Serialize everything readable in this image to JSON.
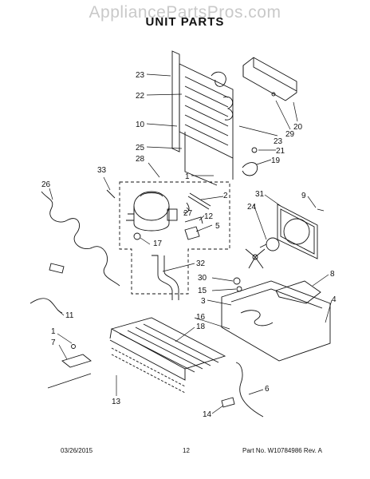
{
  "header": {
    "watermark": "AppliancePartsPros.com",
    "title": "UNIT  PARTS"
  },
  "callouts": {
    "c1a": "1",
    "c1b": "1",
    "c2": "2",
    "c3": "3",
    "c4": "4",
    "c5": "5",
    "c6": "6",
    "c7": "7",
    "c8": "8",
    "c9": "9",
    "c10": "10",
    "c11": "11",
    "c12": "12",
    "c13": "13",
    "c14": "14",
    "c15": "15",
    "c16": "16",
    "c17": "17",
    "c18": "18",
    "c19": "19",
    "c20": "20",
    "c21": "21",
    "c22": "22",
    "c23a": "23",
    "c23b": "23",
    "c24": "24",
    "c25": "25",
    "c26": "26",
    "c27": "27",
    "c28": "28",
    "c29": "29",
    "c30": "30",
    "c31": "31",
    "c32": "32",
    "c33": "33"
  },
  "footer": {
    "date": "03/26/2015",
    "page": "12",
    "part_no": "Part No.  W10784986  Rev.  A"
  }
}
